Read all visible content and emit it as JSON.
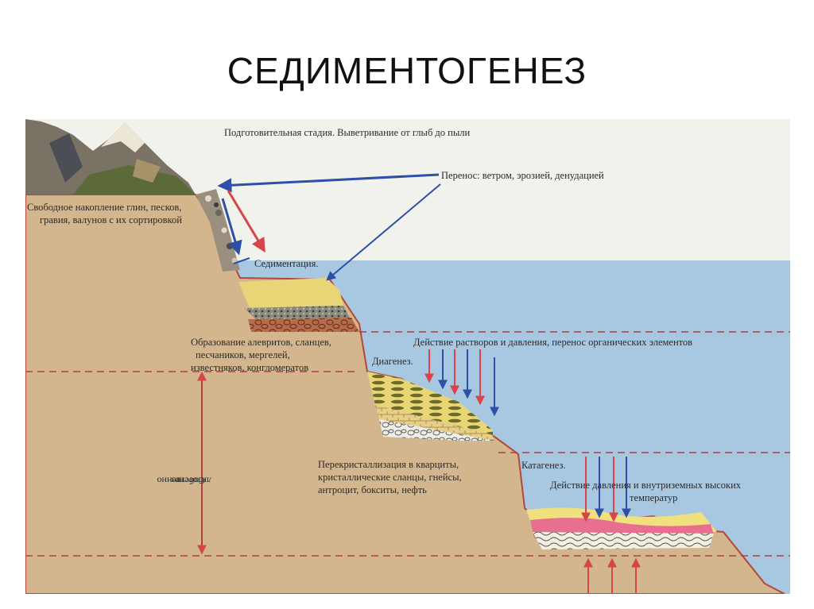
{
  "slide": {
    "title": "СЕДИМЕНТОГЕНЕЗ"
  },
  "diagram": {
    "labels": {
      "prep_stage": "Подготовительная стадия. Выветривание от глыб до пыли",
      "transport": "Перенос: ветром, эрозией, денудацией",
      "free_accumulation_1": "Свободное накопление глин, песков,",
      "free_accumulation_2": "гравия, валунов с их сортировкой",
      "sedimentation": "Седиментация.",
      "formation_1": "Образование алевритов, сланцев,",
      "formation_2": "песчаников, мергелей,",
      "formation_3": "известняков, конгломератов",
      "diagenesis": "Диагенез.",
      "solutions_action": "Действие растворов и давления, перенос органических элементов",
      "recrystallization_1": "Перекристаллизация в кварциты,",
      "recrystallization_2": "кристаллические сланцы, гнейсы,",
      "recrystallization_3": "антроцит, бокситы, нефть",
      "catagenesis": "Катагенез.",
      "pressure_temp_1": "Действие давления и внутриземных высоких",
      "pressure_temp_2": "температур",
      "lithogenesis_1": "Собственно",
      "lithogenesis_2": "литогенез"
    },
    "colors": {
      "sky": "#f2f2ec",
      "sea": "#a8c8e2",
      "ground": "#d4b68e",
      "outline": "#b4463a",
      "arrow_red": "#d5454a",
      "arrow_blue": "#2d4fa6",
      "dashed_line": "#b04040"
    }
  }
}
